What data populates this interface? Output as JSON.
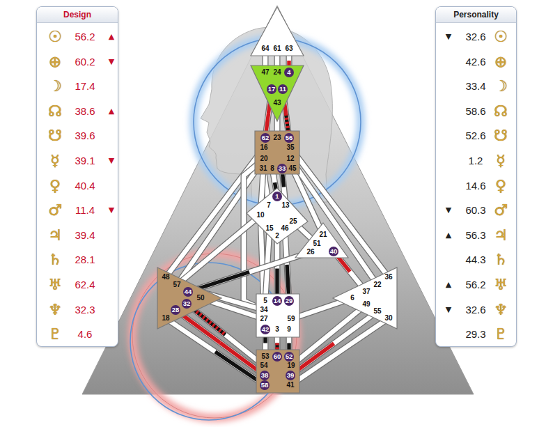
{
  "diagram": {
    "nodes": [
      {
        "text": [
          "Design"
        ]
      },
      {
        "text": [
          "Personality"
        ]
      },
      {
        "text": [
          "64",
          "61",
          "63"
        ]
      },
      {
        "text": [
          "47",
          "24",
          "4",
          "17",
          "11",
          "43"
        ]
      },
      {
        "text": [
          "62",
          "23",
          "56",
          "16",
          "35",
          "20",
          "12",
          "31",
          "8",
          "33",
          "45"
        ]
      },
      {
        "text": [
          "1",
          "7",
          "13",
          "10",
          "25",
          "15",
          "46",
          "2"
        ]
      },
      {
        "text": [
          "21",
          "51",
          "26",
          "40"
        ]
      },
      {
        "text": [
          "48",
          "57",
          "44",
          "50",
          "32",
          "28",
          "18"
        ]
      },
      {
        "text": [
          "36",
          "22",
          "37",
          "6",
          "49",
          "55",
          "30"
        ]
      },
      {
        "text": [
          "5",
          "14",
          "29",
          "34",
          "27",
          "59",
          "42",
          "3",
          "9"
        ]
      },
      {
        "text": [
          "53",
          "60",
          "52",
          "54",
          "19",
          "38",
          "39",
          "58",
          "41"
        ]
      }
    ],
    "edges": [
      {
        "from": 2,
        "to": 3,
        "arrow": "none"
      },
      {
        "from": 2,
        "to": 3,
        "arrow": "none"
      },
      {
        "from": 2,
        "to": 3,
        "arrow": "none"
      },
      {
        "from": 3,
        "to": 4,
        "arrow": "none"
      },
      {
        "from": 3,
        "to": 4,
        "arrow": "none"
      },
      {
        "from": 3,
        "to": 4,
        "arrow": "none"
      },
      {
        "from": 4,
        "to": 5,
        "arrow": "none"
      },
      {
        "from": 4,
        "to": 5,
        "arrow": "none"
      },
      {
        "from": 4,
        "to": 5,
        "arrow": "none"
      },
      {
        "from": 4,
        "to": 5,
        "arrow": "none"
      },
      {
        "from": 4,
        "to": 6,
        "arrow": "none"
      },
      {
        "from": 4,
        "to": 7,
        "arrow": "none"
      },
      {
        "from": 4,
        "to": 7,
        "arrow": "none"
      },
      {
        "from": 4,
        "to": 9,
        "arrow": "none"
      },
      {
        "from": 4,
        "to": 8,
        "arrow": "none"
      },
      {
        "from": 4,
        "to": 8,
        "arrow": "none"
      },
      {
        "from": 5,
        "to": 6,
        "arrow": "none"
      },
      {
        "from": 5,
        "to": 7,
        "arrow": "none"
      },
      {
        "from": 5,
        "to": 9,
        "arrow": "none"
      },
      {
        "from": 5,
        "to": 9,
        "arrow": "none"
      },
      {
        "from": 5,
        "to": 9,
        "arrow": "none"
      },
      {
        "from": 5,
        "to": 9,
        "arrow": "none"
      },
      {
        "from": 6,
        "to": 7,
        "arrow": "none"
      },
      {
        "from": 6,
        "to": 8,
        "arrow": "none"
      },
      {
        "from": 7,
        "to": 9,
        "arrow": "none"
      },
      {
        "from": 7,
        "to": 9,
        "arrow": "none"
      },
      {
        "from": 7,
        "to": 10,
        "arrow": "none"
      },
      {
        "from": 7,
        "to": 10,
        "arrow": "none"
      },
      {
        "from": 7,
        "to": 10,
        "arrow": "none"
      },
      {
        "from": 9,
        "to": 10,
        "arrow": "none"
      },
      {
        "from": 9,
        "to": 10,
        "arrow": "none"
      },
      {
        "from": 9,
        "to": 10,
        "arrow": "none"
      },
      {
        "from": 9,
        "to": 8,
        "arrow": "none"
      },
      {
        "from": 8,
        "to": 10,
        "arrow": "none"
      },
      {
        "from": 8,
        "to": 10,
        "arrow": "none"
      },
      {
        "from": 8,
        "to": 10,
        "arrow": "none"
      }
    ],
    "labels": [
      "☉",
      "56.2",
      "▲",
      "⊕",
      "60.2",
      "▼",
      "☽",
      "17.4",
      "☊",
      "38.6",
      "▲",
      "☋",
      "39.6",
      "☿",
      "39.1",
      "▼",
      "♀",
      "40.4",
      "♂",
      "11.4",
      "▼",
      "♃",
      "39.4",
      "♄",
      "28.1",
      "♅",
      "62.4",
      "♆",
      "32.3",
      "♇",
      "4.6",
      "▼",
      "32.6",
      "☉",
      "42.6",
      "⊕",
      "33.4",
      "☽",
      "58.6",
      "☊",
      "52.6",
      "☋",
      "1.2",
      "☿",
      "14.6",
      "♀",
      "▼",
      "60.3",
      "♂",
      "▲",
      "56.3",
      "♃",
      "44.3",
      "♄",
      "▲",
      "56.2",
      "♅",
      "▼",
      "32.6",
      "♆",
      "29.3",
      "♇"
    ]
  }
}
